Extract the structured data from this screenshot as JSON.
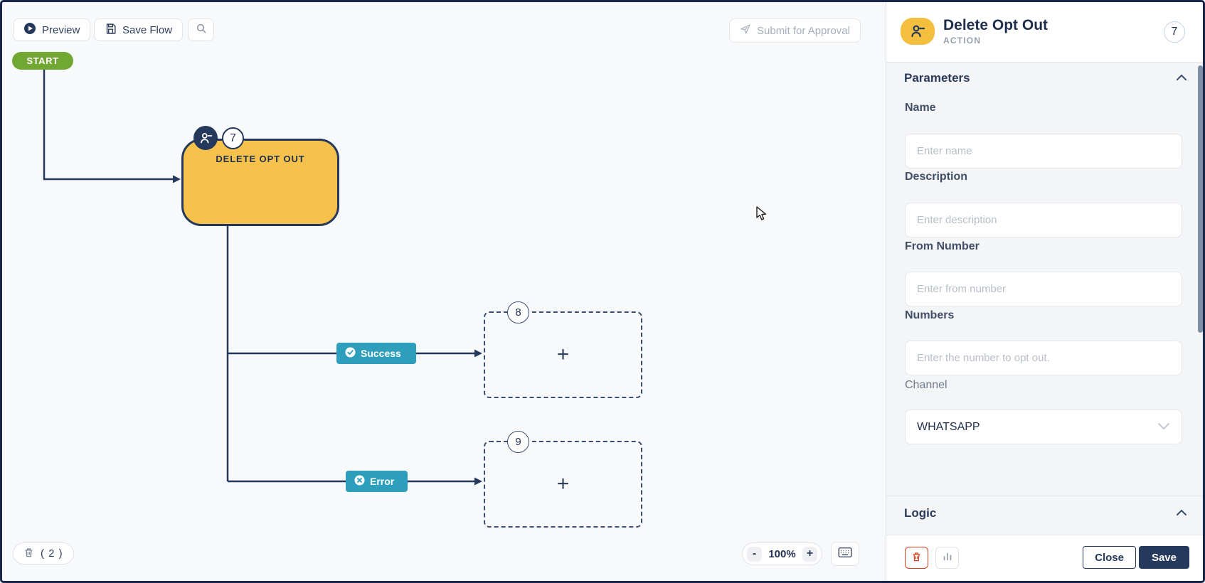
{
  "canvas": {
    "toolbar": {
      "preview": "Preview",
      "save_flow": "Save Flow",
      "submit_for_approval": "Submit for Approval"
    },
    "start_label": "START",
    "node": {
      "number": "7",
      "title": "DELETE OPT OUT"
    },
    "branches": {
      "success": "Success",
      "error": "Error"
    },
    "placeholders": [
      {
        "number": "8",
        "plus": "+"
      },
      {
        "number": "9",
        "plus": "+"
      }
    ],
    "delete_count": "( 2 )",
    "zoom": {
      "minus": "-",
      "level": "100%",
      "plus": "+"
    }
  },
  "panel": {
    "title": "Delete Opt Out",
    "subtitle": "ACTION",
    "badge": "7",
    "sections": {
      "parameters": "Parameters",
      "logic": "Logic"
    },
    "fields": [
      {
        "label": "Name",
        "placeholder": "Enter name"
      },
      {
        "label": "Description",
        "placeholder": "Enter description"
      },
      {
        "label": "From Number",
        "placeholder": "Enter from number"
      },
      {
        "label": "Numbers",
        "placeholder": "Enter the number to opt out."
      }
    ],
    "channel": {
      "label": "Channel",
      "value": "WHATSAPP"
    },
    "footer": {
      "close": "Close",
      "save": "Save"
    }
  },
  "colors": {
    "navy": "#24395B",
    "node_yellow": "#F6C24B",
    "start_green": "#71A733",
    "branch_teal": "#2D9FBC",
    "danger_red": "#D6401F",
    "panel_bg": "#F4F5F7",
    "canvas_bg": "#F8F9FB"
  }
}
